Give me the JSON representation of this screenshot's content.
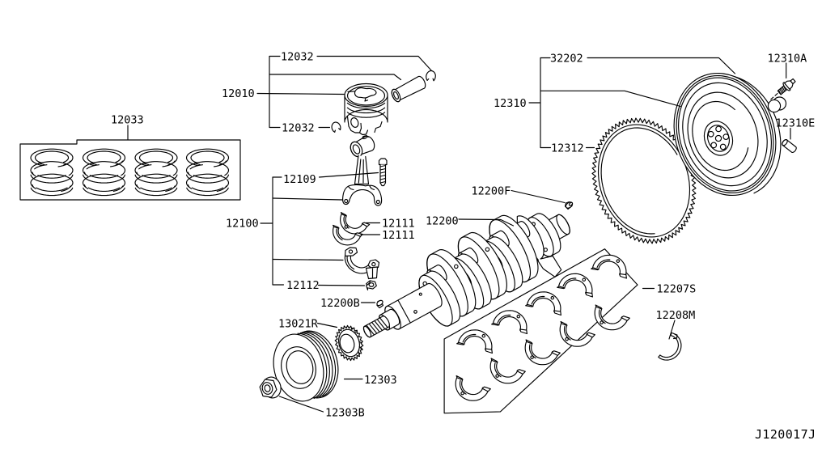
{
  "diagram": {
    "description": "Engine piston, crankshaft and flywheel parts diagram",
    "background": "#ffffff",
    "line_color": "#000000"
  },
  "callouts": {
    "ring_set": "12033",
    "piston_pin": "12032",
    "piston": "12010",
    "pin_snap_ring": "12032",
    "connecting_rod": "12109",
    "piston_rod_assy": "12100",
    "rod_bearing_1": "12111",
    "rod_bearing_2": "12111",
    "rod_cap": "12112",
    "crankshaft": "12200",
    "crank_bolt_f": "12200F",
    "crank_bolt_b": "12200B",
    "crank_sprocket": "13021R",
    "crank_pulley": "12303",
    "pulley_nut": "12303B",
    "drive_plate": "32202",
    "flywheel_assy": "12310",
    "ring_gear": "12312",
    "flywheel_bolt": "12310A",
    "dowel_pin": "12310E",
    "main_bearing_set": "12207S",
    "thrust_washer": "12208M"
  },
  "diagram_code": "J120017J"
}
